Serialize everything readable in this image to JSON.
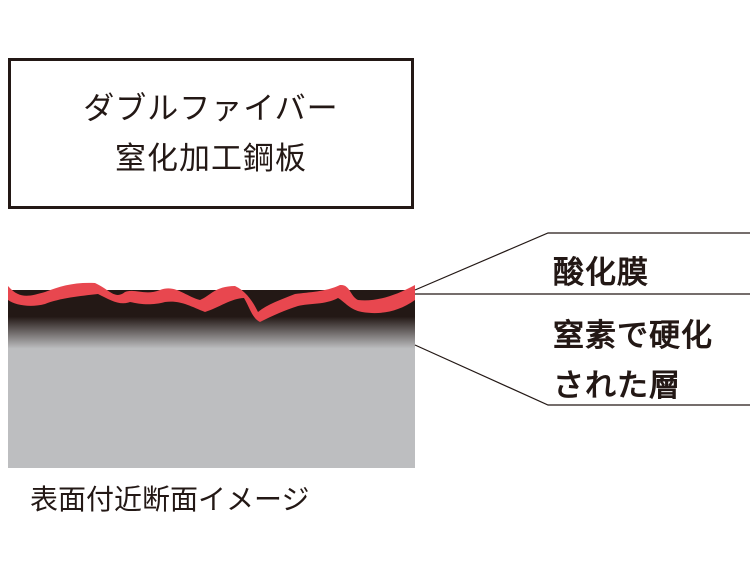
{
  "title_box": {
    "line1": "ダブルファイバー",
    "line2": "窒化加工鋼板"
  },
  "labels": {
    "oxide": "酸化膜",
    "nitrided_1": "窒素で硬化",
    "nitrided_2": "された層"
  },
  "caption": "表面付近断面イメージ",
  "colors": {
    "oxide": "#e8474f",
    "steel": "#bdbec0",
    "dark": "#231815"
  }
}
